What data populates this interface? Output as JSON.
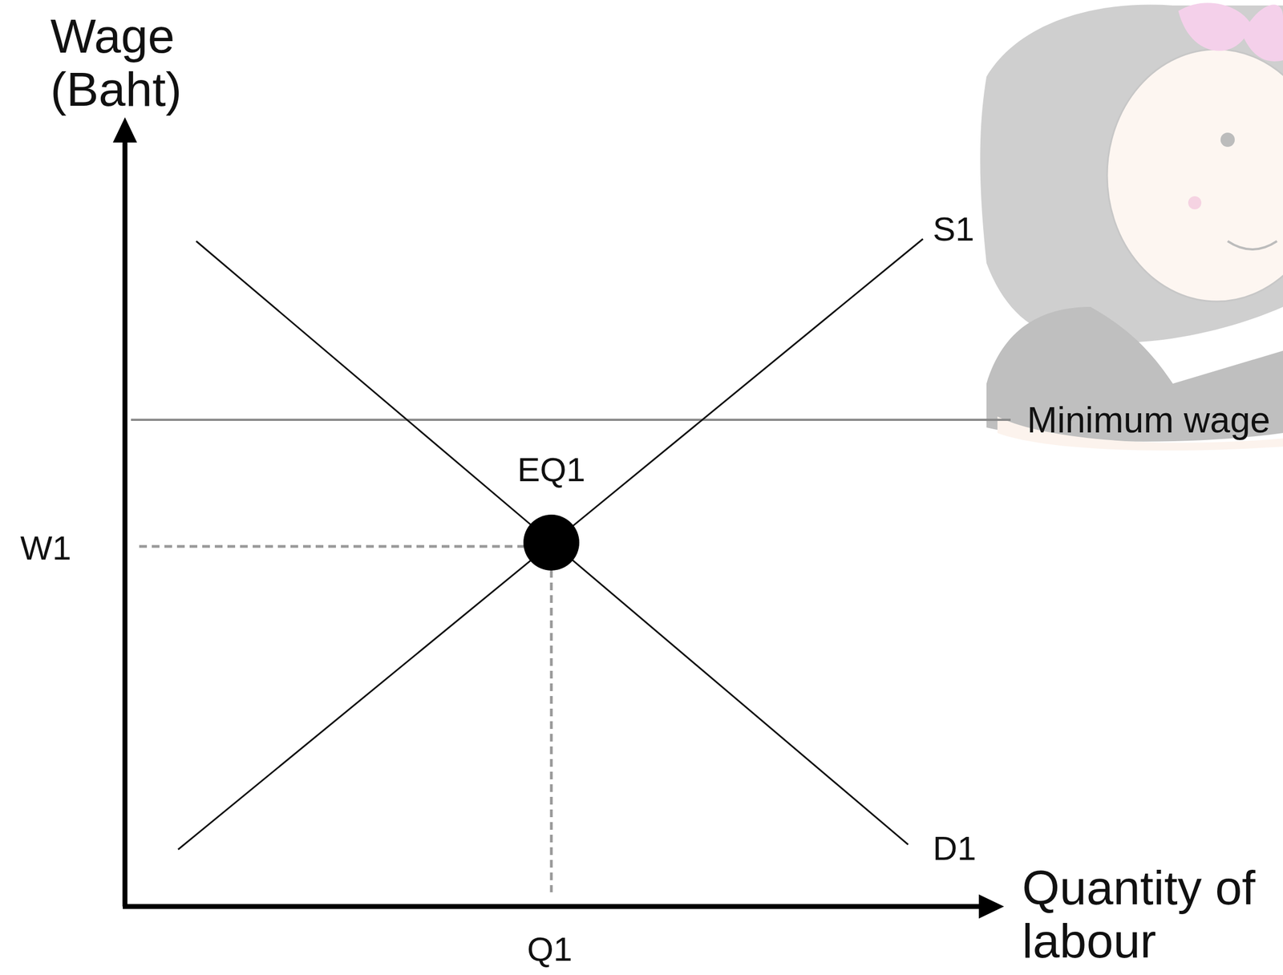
{
  "diagram": {
    "labels": [
      "Wage (Baht)",
      "S1",
      "Minimum wage",
      "EQ1",
      "W1",
      "D1",
      "Q1",
      "Quantity of labour"
    ]
  }
}
